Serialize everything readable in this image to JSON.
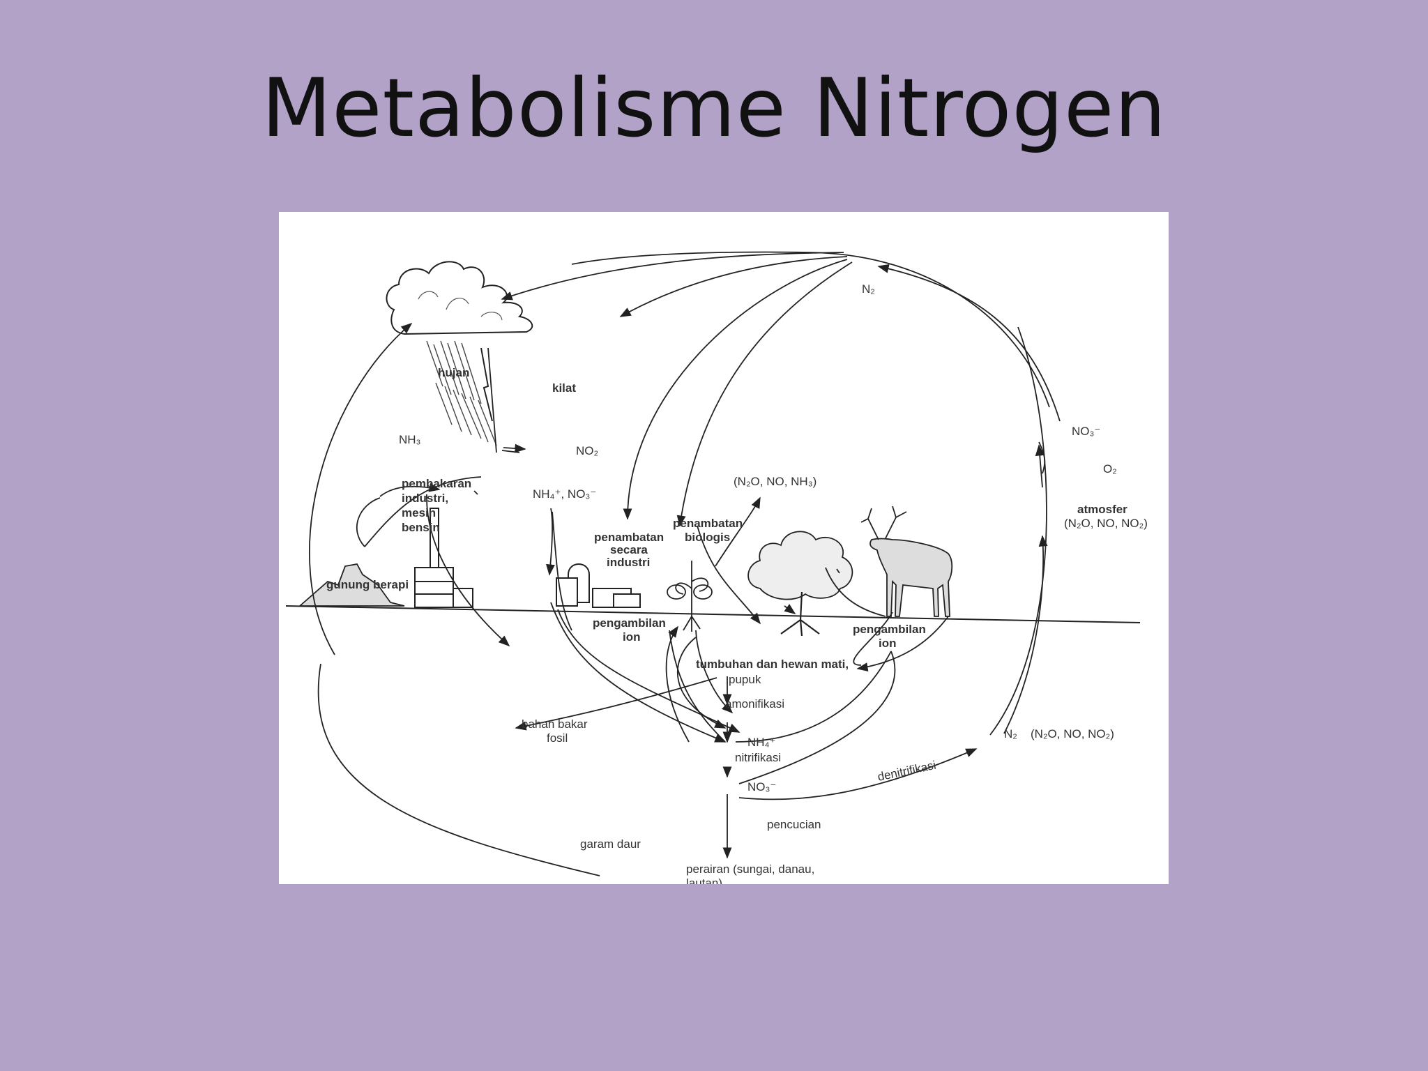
{
  "slide": {
    "title": "Metabolisme Nitrogen"
  },
  "diagram": {
    "n2_top": "N₂",
    "hujan": "hujan",
    "kilat": "kilat",
    "nh3": "NH₃",
    "no2": "NO₂",
    "pembakaran": [
      "pembakaran",
      "industri,",
      "mesin",
      "bensin"
    ],
    "nh4_no3": "NH₄⁺, NO₃⁻",
    "gases_bio": "(N₂O, NO, NH₃)",
    "penambatan_biologis": [
      "penambatan",
      "biologis"
    ],
    "penambatan_industri": [
      "penambatan",
      "secara",
      "industri"
    ],
    "gunung_berapi": "gunung berapi",
    "no3_top_right": "NO₃⁻",
    "o2": "O₂",
    "atmosfer": [
      "atmosfer",
      "(N₂O, NO, NO₂)"
    ],
    "pengambilan_ion_left": [
      "pengambilan",
      "ion"
    ],
    "pengambilan_ion_right": [
      "pengambilan",
      "ion"
    ],
    "tumbuhan_hewan_mati": "tumbuhan dan hewan mati,",
    "pupuk": "pupuk",
    "amonifikasi": "amonifikasi",
    "bahan_bakar_fosil": [
      "bahan bakar",
      "fosil"
    ],
    "nh4": "NH₄⁺",
    "nitrifikasi": "nitrifikasi",
    "no3": "NO₃⁻",
    "denitrifikasi": "denitrifikasi",
    "n2_bottom": "N₂",
    "gases_bottom": "(N₂O, NO, NO₂)",
    "pencucian": "pencucian",
    "garam_daur": "garam daur",
    "perairan": [
      "perairan (sungai, danau,",
      "lautan)"
    ]
  }
}
